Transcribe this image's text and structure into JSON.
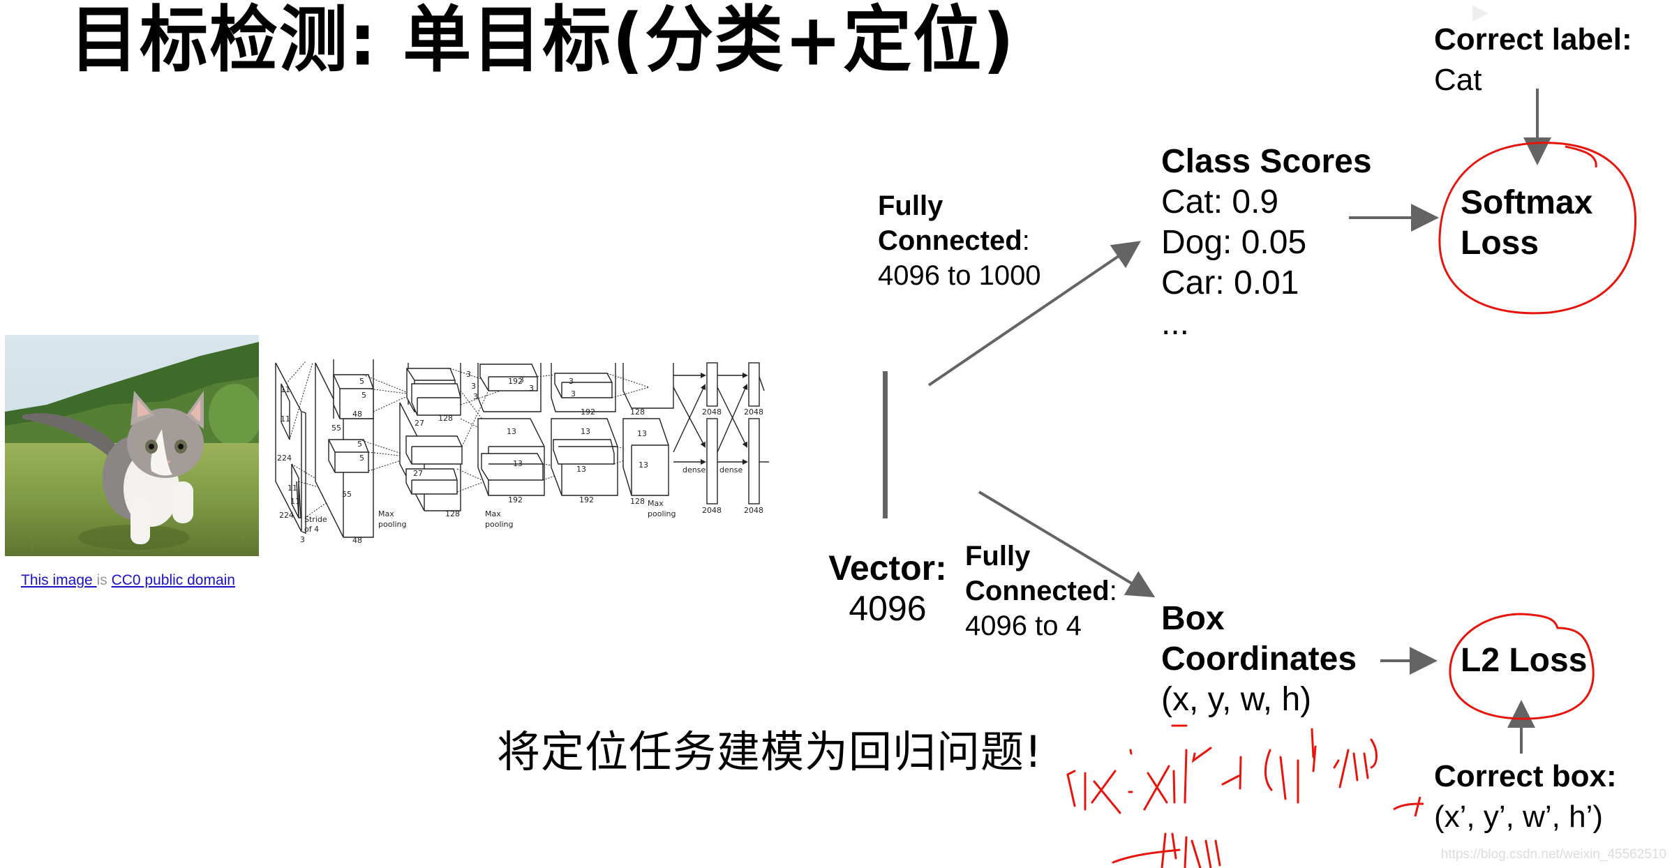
{
  "slide": {
    "title": "目标检测: 单目标(分类+定位)",
    "subtitle_zh": "将定位任务建模为回归问题!",
    "image_credit": {
      "link1": "This image ",
      "middle": "is",
      "link2": "CC0 public domain"
    },
    "cnn_diagram": {
      "labels": [
        "224",
        "224",
        "3",
        "11",
        "11",
        "Stride of 4",
        "55",
        "55",
        "48",
        "48",
        "5",
        "5",
        "27",
        "27",
        "128",
        "128",
        "Max pooling",
        "3",
        "13",
        "192",
        "192",
        "128",
        "Max pooling",
        "dense",
        "dense",
        "2048",
        "2048",
        "2048",
        "2048"
      ]
    },
    "vector": {
      "label": "Vector:",
      "value": "4096"
    },
    "fc_top": {
      "line1": "Fully",
      "line2_bold": "Connected",
      "line2_colon": ":",
      "line3": "4096 to 1000"
    },
    "fc_bottom": {
      "line1": "Fully",
      "line2_bold": "Connected",
      "line2_colon": ":",
      "line3": "4096 to 4"
    },
    "class_scores": {
      "heading": "Class Scores",
      "items": [
        "Cat: 0.9",
        "Dog: 0.05",
        "Car: 0.01",
        "..."
      ]
    },
    "softmax": {
      "line1": "Softmax",
      "line2": "Loss"
    },
    "correct_label": {
      "heading": "Correct label:",
      "value": "Cat"
    },
    "box_coordinates": {
      "line1": "Box",
      "line2": "Coordinates",
      "line3": "(x, y, w, h)"
    },
    "l2_loss": {
      "label": "L2 Loss"
    },
    "correct_box": {
      "heading": "Correct box:",
      "value": "(x’, y’, w’, h’)"
    },
    "handwriting": {
      "line1": "||x - x'||² + (y||y'-y||²",
      "line2": "+f(w)"
    },
    "watermark": "https://blog.csdn.net/weixin_45562510",
    "colors": {
      "arrow": "#646464",
      "annotation": "#e8140c",
      "link": "#1a10c8"
    }
  }
}
